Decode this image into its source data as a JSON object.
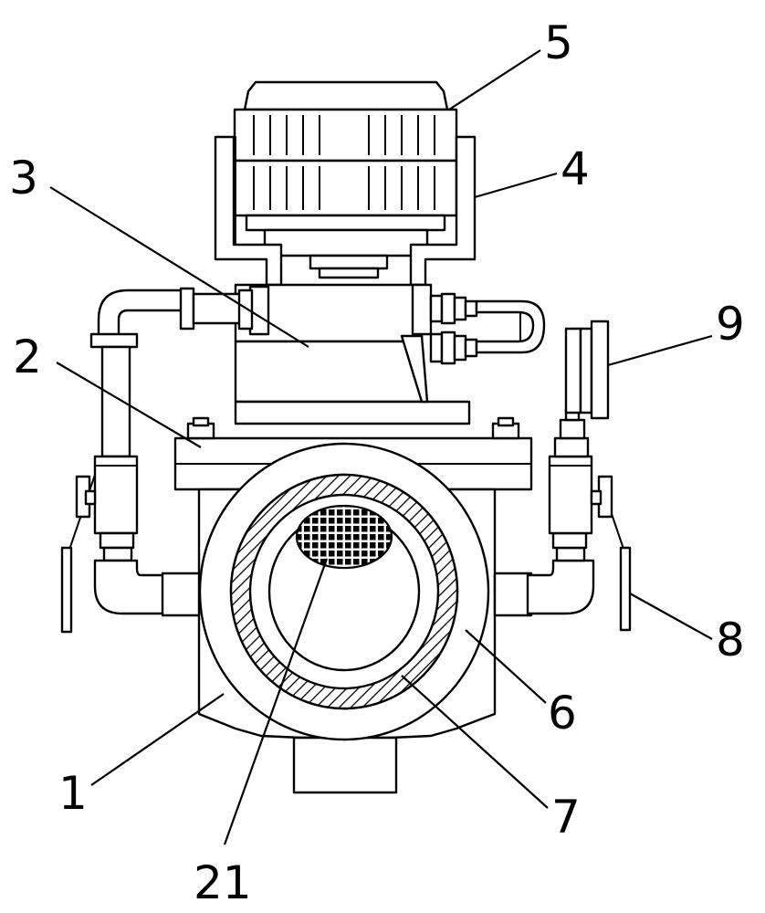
{
  "labels": {
    "l1": "1",
    "l2": "2",
    "l3": "3",
    "l4": "4",
    "l5": "5",
    "l6": "6",
    "l7": "7",
    "l8": "8",
    "l9": "9",
    "l21": "21"
  },
  "colors": {
    "line": "#000000",
    "background": "#ffffff"
  }
}
